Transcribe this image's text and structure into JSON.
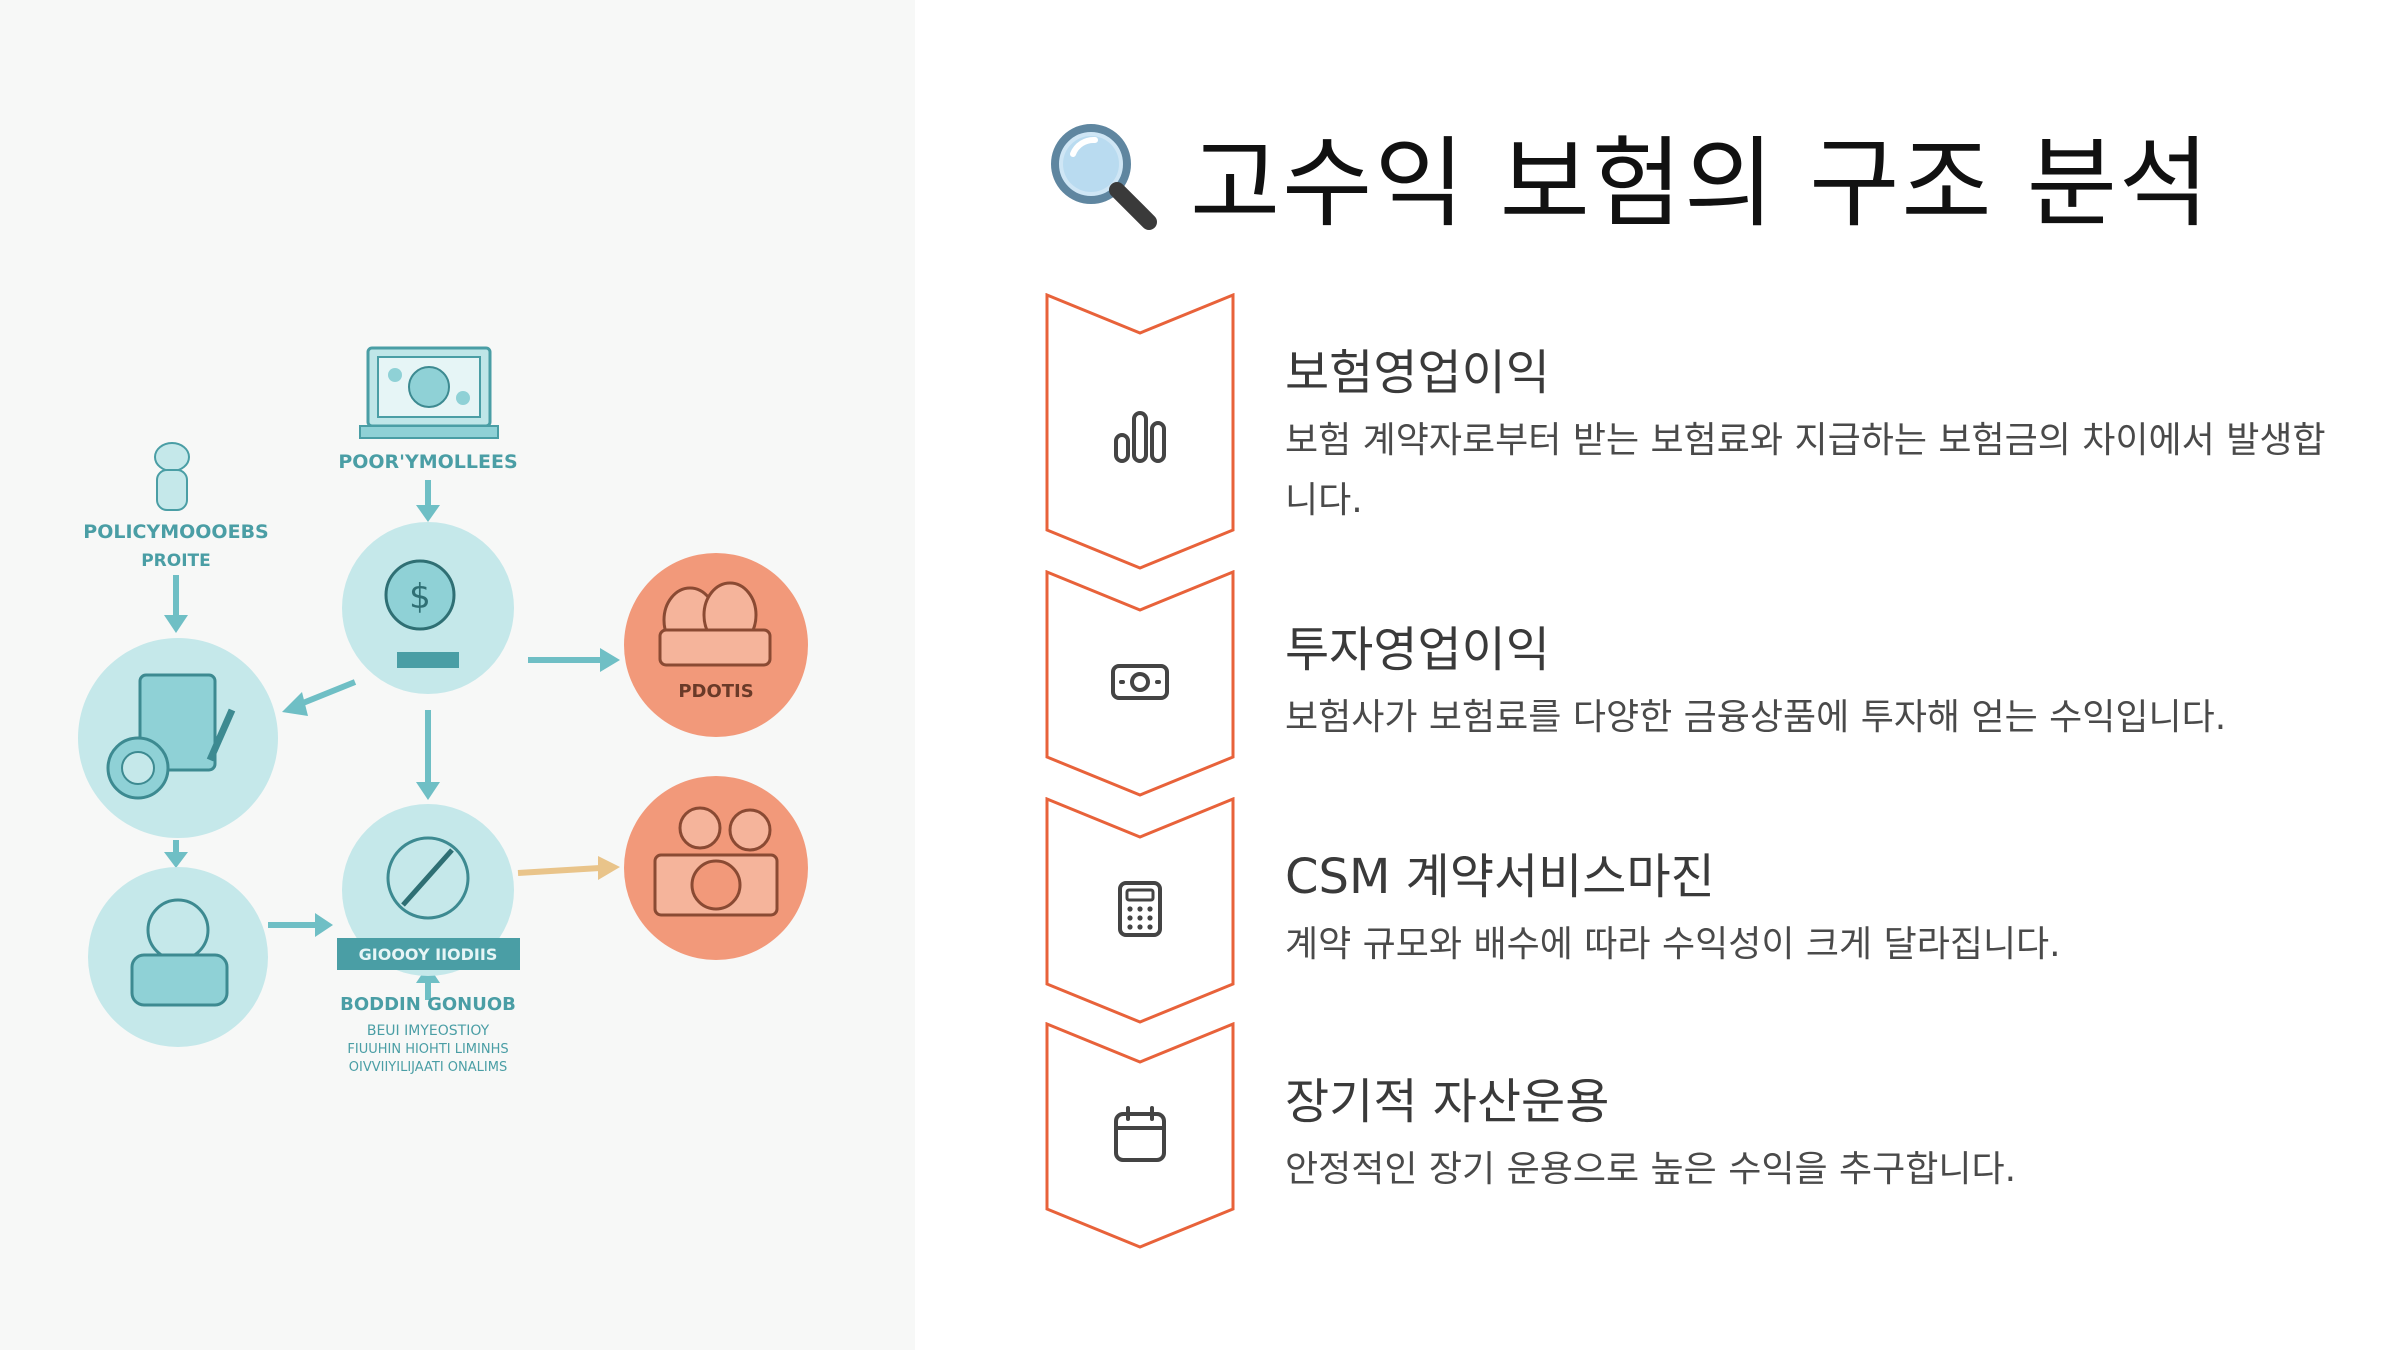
{
  "title": {
    "icon": "magnifying-glass-icon",
    "text": "고수익 보험의 구조 분석"
  },
  "colors": {
    "accent": "#e8623a",
    "teal": "#8fd1d6",
    "teal_dark": "#4a9ea5",
    "coral": "#f2997a"
  },
  "illustration": {
    "label_top": "POOR'YMOLLEES",
    "label_left_1": "POLICYMOOOEBS",
    "label_left_2": "PROITE",
    "label_profit": "PDOTIS",
    "label_bar": "GIOOOY IIODIIS",
    "label_bottom_1": "BODDIN GONUOB",
    "label_bottom_2": "BEUI IMYEOSTIOY",
    "label_bottom_3": "FIUUHIN HIOHTI LIMINHS",
    "label_bottom_4": "OIVVIIYILIJAATI ONALIMS"
  },
  "items": [
    {
      "icon": "bar-chart-icon",
      "title": "보험영업이익",
      "desc": "보험 계약자로부터 받는 보험료와 지급하는 보험금의 차이에서 발생합니다."
    },
    {
      "icon": "banknote-icon",
      "title": "투자영업이익",
      "desc": "보험사가 보험료를 다양한 금융상품에 투자해 얻는 수익입니다."
    },
    {
      "icon": "calculator-icon",
      "title": "CSM 계약서비스마진",
      "desc": "계약 규모와 배수에 따라 수익성이 크게 달라집니다."
    },
    {
      "icon": "calendar-icon",
      "title": "장기적 자산운용",
      "desc": "안정적인 장기 운용으로 높은 수익을 추구합니다."
    }
  ]
}
